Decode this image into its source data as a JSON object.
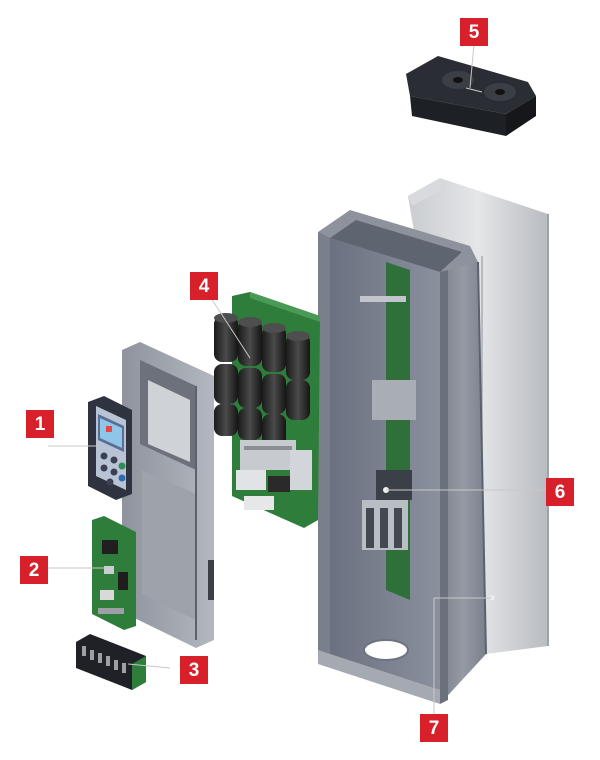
{
  "accent_color": "#d8202a",
  "callouts": [
    {
      "number": "1",
      "part": "keypad-display"
    },
    {
      "number": "2",
      "part": "control-board"
    },
    {
      "number": "3",
      "part": "terminal-connector"
    },
    {
      "number": "4",
      "part": "capacitor-board"
    },
    {
      "number": "5",
      "part": "cooling-fan"
    },
    {
      "number": "6",
      "part": "power-module"
    },
    {
      "number": "7",
      "part": "enclosure-housing"
    }
  ]
}
